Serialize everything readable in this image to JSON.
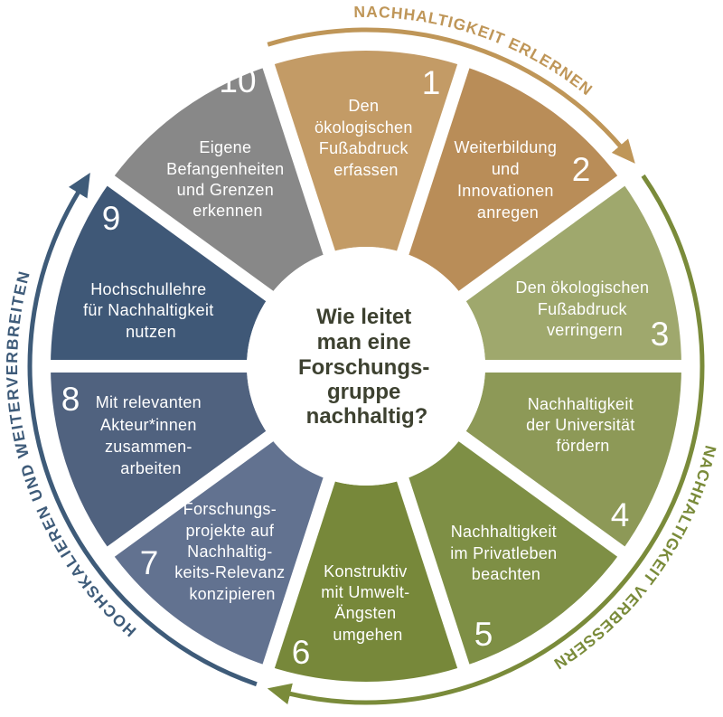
{
  "center_question": {
    "lines": [
      "Wie leitet",
      "man eine",
      "Forschungs-",
      "gruppe",
      "nachhaltig?"
    ],
    "color": "#3d4130"
  },
  "phases": [
    {
      "label": "NACHHALTIGKEIT ERLERNEN",
      "color": "#bf9658"
    },
    {
      "label": "NACHHALTIGKEIT VERBESSERN",
      "color": "#7a8b3a"
    },
    {
      "label": "HOCHSKALIEREN UND WEITERVERBREITEN",
      "color": "#3e5b79"
    }
  ],
  "segments": [
    {
      "number": "1",
      "lines": [
        "Den",
        "ökologischen",
        "Fußabdruck",
        "erfassen"
      ],
      "color": "#c39b66"
    },
    {
      "number": "2",
      "lines": [
        "Weiterbildung",
        "und",
        "Innovationen",
        "anregen"
      ],
      "color": "#b98d58"
    },
    {
      "number": "3",
      "lines": [
        "Den ökologischen",
        "Fußabdruck",
        "verringern"
      ],
      "color": "#9fa86d"
    },
    {
      "number": "4",
      "lines": [
        "Nachhaltigkeit",
        "der Universität",
        "fördern"
      ],
      "color": "#8d9957"
    },
    {
      "number": "5",
      "lines": [
        "Nachhaltigkeit",
        "im Privatleben",
        "beachten"
      ],
      "color": "#7e8f45"
    },
    {
      "number": "6",
      "lines": [
        "Konstruktiv",
        "mit Umwelt-",
        "Ängsten",
        "umgehen"
      ],
      "color": "#77883a"
    },
    {
      "number": "7",
      "lines": [
        "Forschungs-",
        "projekte auf",
        "Nachhaltig-",
        "keits-Relevanz",
        "konzipieren"
      ],
      "color": "#627290"
    },
    {
      "number": "8",
      "lines": [
        "Mit relevanten",
        "Akteur*innen",
        "zusammen-",
        "arbeiten"
      ],
      "color": "#50627f"
    },
    {
      "number": "9",
      "lines": [
        "Hochschullehre",
        "für Nachhaltigkeit",
        "nutzen"
      ],
      "color": "#3f5877"
    },
    {
      "number": "10",
      "lines": [
        "Eigene",
        "Befangenheiten",
        "und Grenzen",
        "erkennen"
      ],
      "color": "#888888"
    }
  ]
}
